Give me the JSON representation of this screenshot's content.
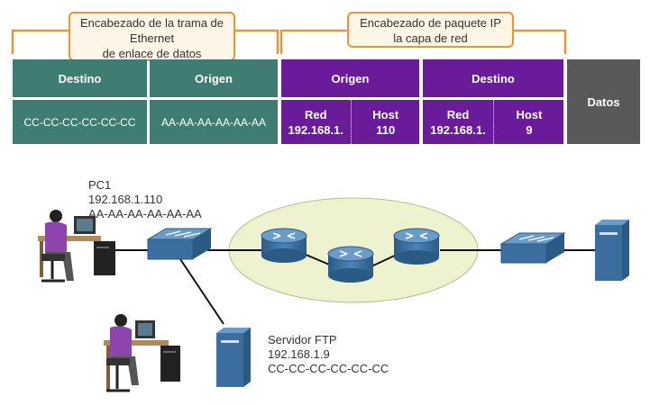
{
  "callouts": {
    "ethernet": "Encabezado de la trama de Ethernet\nde enlace de datos",
    "ip": "Encabezado de paquete IP\nla capa de red"
  },
  "frame": {
    "eth_dest_header": "Destino",
    "eth_src_header": "Origen",
    "ip_src_header": "Origen",
    "ip_dest_header": "Destino",
    "data_label": "Datos",
    "eth_dest_value": "CC-CC-CC-CC-CC-CC",
    "eth_src_value": "AA-AA-AA-AA-AA-AA",
    "ip_src_net_label": "Red",
    "ip_src_net_value": "192.168.1.",
    "ip_src_host_label": "Host",
    "ip_src_host_value": "110",
    "ip_dest_net_label": "Red",
    "ip_dest_net_value": "192.168.1.",
    "ip_dest_host_label": "Host",
    "ip_dest_host_value": "9"
  },
  "devices": {
    "pc1": {
      "name": "PC1",
      "ip": "192.168.1.110",
      "mac": "AA-AA-AA-AA-AA-AA"
    },
    "ftp": {
      "name": "Servidor FTP",
      "ip": "192.168.1.9",
      "mac": "CC-CC-CC-CC-CC-CC"
    }
  },
  "colors": {
    "teal": "#3f7d74",
    "purple": "#6a1b9a",
    "grey": "#595959",
    "callout_border": "#e8953a",
    "device_blue": "#3b6e9e",
    "network_cloud": "#eef2cf"
  }
}
